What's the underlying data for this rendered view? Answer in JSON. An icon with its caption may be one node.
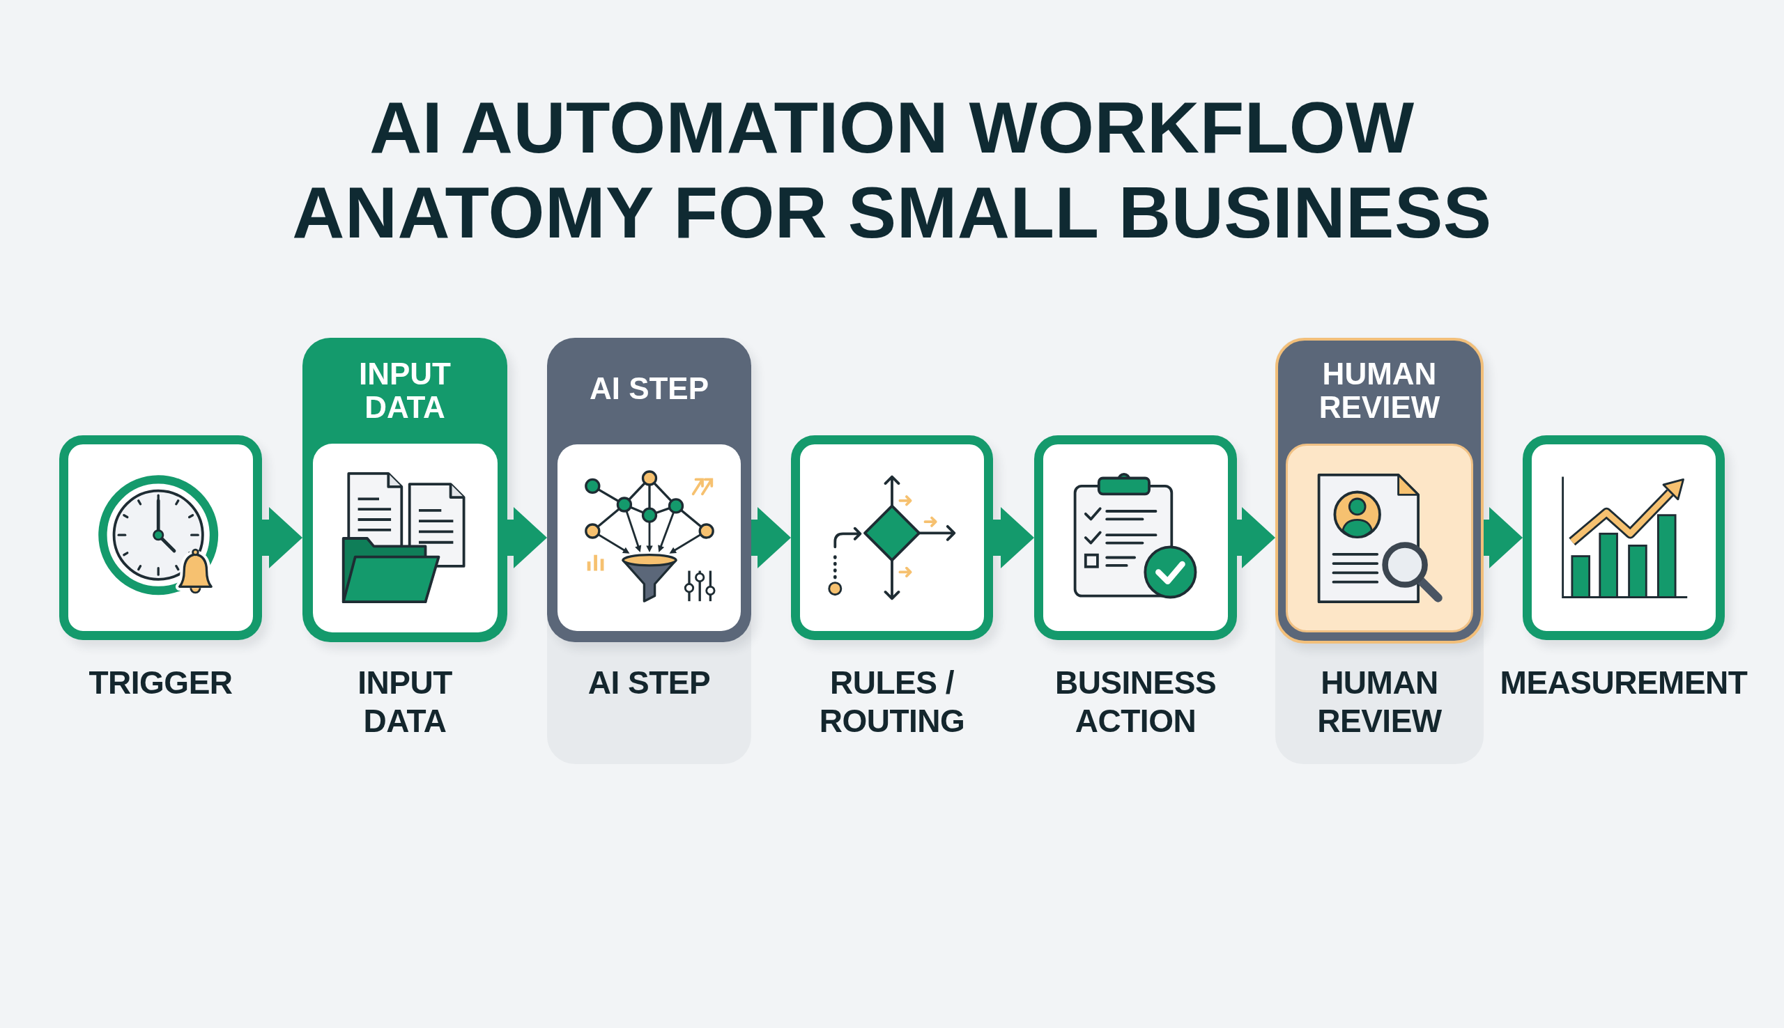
{
  "diagram": {
    "title": "AI AUTOMATION WORKFLOW ANATOMY FOR SMALL BUSINESS",
    "nodes": [
      {
        "text": [
          "TRIGGER"
        ]
      },
      {
        "text": [
          "INPUT DATA",
          "INPUT DATA"
        ]
      },
      {
        "text": [],
        "shape": "box",
        "in": 1
      },
      {
        "text": [
          "AI STEP"
        ]
      },
      {
        "text": [
          "AI STEP"
        ],
        "in": 3
      },
      {
        "text": [],
        "shape": "box",
        "in": 4
      },
      {
        "text": [
          "RULES / ROUTING"
        ]
      },
      {
        "text": [
          "BUSINESS ACTION"
        ]
      },
      {
        "text": [
          "HUMAN REVIEW"
        ]
      },
      {
        "text": [
          "HUMAN REVIEW"
        ],
        "in": 8
      },
      {
        "text": [],
        "shape": "box",
        "in": 9
      },
      {
        "text": [
          "MEASUREMENT"
        ]
      }
    ],
    "edges": [
      {
        "from": 0,
        "to": 1,
        "arrow": "to"
      },
      {
        "from": 1,
        "to": 4,
        "arrow": "to"
      },
      {
        "from": 4,
        "to": 6,
        "arrow": "to"
      },
      {
        "from": 6,
        "to": 7,
        "arrow": "to"
      },
      {
        "from": 7,
        "to": 9,
        "arrow": "to"
      },
      {
        "from": 9,
        "to": 11,
        "arrow": "to"
      }
    ]
  }
}
